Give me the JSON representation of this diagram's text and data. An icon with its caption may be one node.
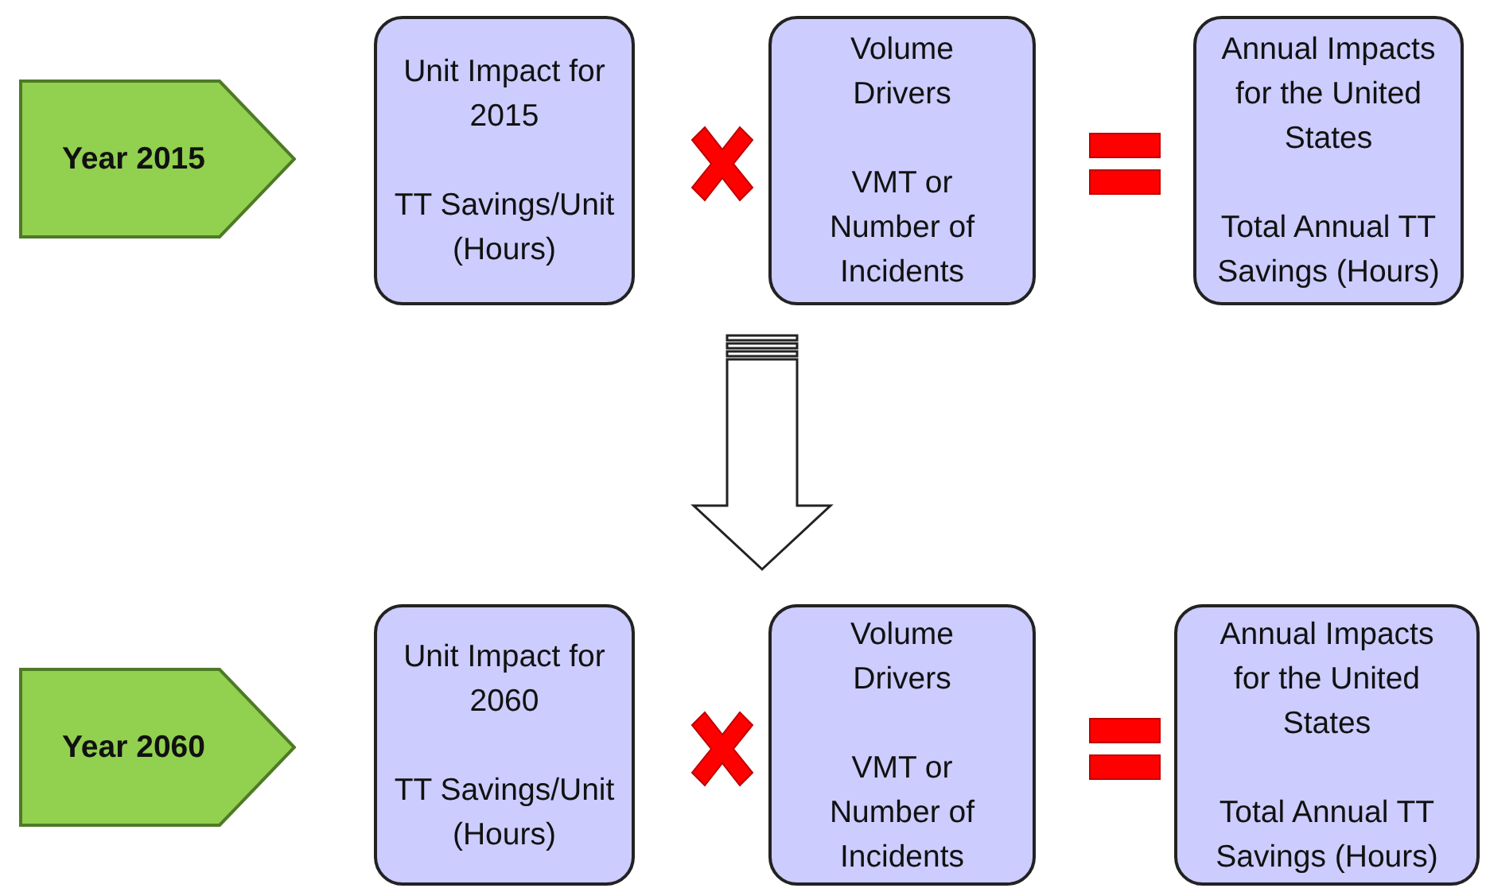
{
  "diagram": {
    "nodes": [
      {
        "text": [
          "Year 2015"
        ]
      },
      {
        "text": [
          "Unit Impact for 2015",
          "TT Savings/Unit (Hours)"
        ]
      },
      {
        "text": [
          "Volume Drivers",
          "VMT or Number of Incidents"
        ]
      },
      {
        "text": [
          "Annual Impacts for the United States",
          "Total Annual TT Savings (Hours)"
        ]
      },
      {
        "text": [
          "Year 2060"
        ]
      },
      {
        "text": [
          "Unit Impact for 2060",
          "TT Savings/Unit (Hours)"
        ]
      },
      {
        "text": [
          "Volume Drivers",
          "VMT or Number of Incidents"
        ]
      },
      {
        "text": [
          "Annual Impacts for the United States",
          "Total Annual TT Savings (Hours)"
        ]
      }
    ]
  }
}
